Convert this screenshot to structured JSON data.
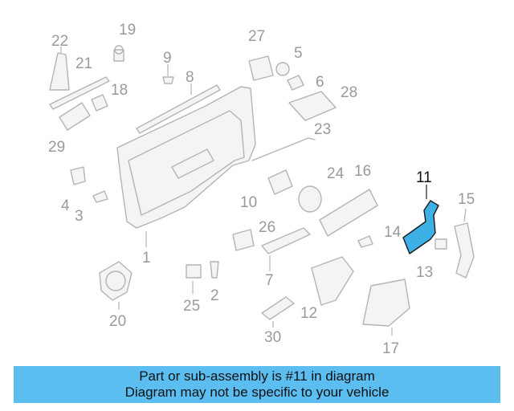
{
  "highlight_color": "#3eb0e6",
  "banner_color": "#5bbdf0",
  "highlighted_part": "11",
  "labels": {
    "p1": "1",
    "p2": "2",
    "p3": "3",
    "p4": "4",
    "p5": "5",
    "p6": "6",
    "p8": "8",
    "p9": "9",
    "p10": "10",
    "p11": "11",
    "p12": "12",
    "p13": "13",
    "p14": "14",
    "p15": "15",
    "p16": "16",
    "p17": "17",
    "p18": "18",
    "p19": "19",
    "p20": "20",
    "p21": "21",
    "p22": "22",
    "p23": "23",
    "p24": "24",
    "p25": "25",
    "p26": "26",
    "p27": "27",
    "p28": "28",
    "p29": "29",
    "p30": "30",
    "p7": "7"
  },
  "banner": {
    "line1": "Part or sub-assembly is #11 in diagram",
    "line2": "Diagram may not be specific to your vehicle"
  }
}
